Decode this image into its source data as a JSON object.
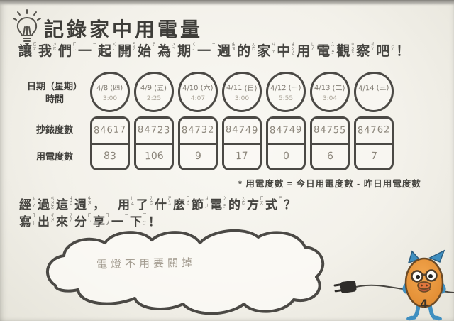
{
  "header": {
    "title": "記錄家中用電量",
    "subtitle": [
      {
        "c": "讓",
        "z": "ㄖㄤˋ"
      },
      {
        "c": "我",
        "z": "ㄨㄛˇ"
      },
      {
        "c": "們",
        "z": "ㄇㄣ˙"
      },
      {
        "c": "一",
        "z": "ㄧ"
      },
      {
        "c": "起",
        "z": "ㄑㄧˇ"
      },
      {
        "c": "開",
        "z": "ㄎㄞ"
      },
      {
        "c": "始",
        "z": "ㄕˇ"
      },
      {
        "c": "為",
        "z": "ㄨㄟˊ"
      },
      {
        "c": "期",
        "z": "ㄑㄧˊ"
      },
      {
        "c": "一",
        "z": "ㄧ"
      },
      {
        "c": "週",
        "z": "ㄓㄡ"
      },
      {
        "c": "的",
        "z": "ㄉㄜ˙"
      },
      {
        "c": "家",
        "z": "ㄐㄧㄚ"
      },
      {
        "c": "中",
        "z": "ㄓㄨㄥ"
      },
      {
        "c": "用",
        "z": "ㄩㄥˋ"
      },
      {
        "c": "電",
        "z": "ㄉㄧㄢˋ"
      },
      {
        "c": "觀",
        "z": "ㄍㄨㄢ"
      },
      {
        "c": "察",
        "z": "ㄔㄚˊ"
      },
      {
        "c": "吧",
        "z": "ㄅㄚ˙"
      },
      {
        "c": "！",
        "z": ""
      }
    ]
  },
  "table": {
    "row_labels": {
      "date_line1": "日期（星期）",
      "date_line2": "時間",
      "meter": "抄錶度數",
      "usage": "用電度數"
    },
    "columns": [
      {
        "date": "4/8 (四)",
        "time": "3:00",
        "meter": "84617",
        "usage": "83"
      },
      {
        "date": "4/9 (五)",
        "time": "2:25",
        "meter": "84723",
        "usage": "106"
      },
      {
        "date": "4/10 (六)",
        "time": "4:07",
        "meter": "84732",
        "usage": "9"
      },
      {
        "date": "4/11 (日)",
        "time": "3:00",
        "meter": "84749",
        "usage": "17"
      },
      {
        "date": "4/12 (一)",
        "time": "5:55",
        "meter": "84749",
        "usage": "0"
      },
      {
        "date": "4/13 (二)",
        "time": "3:04",
        "meter": "84755",
        "usage": "6"
      },
      {
        "date": "4/14 (三)",
        "time": "",
        "meter": "84762",
        "usage": "7"
      }
    ],
    "footnote": "* 用電度數 = 今日用電度數 - 昨日用電度數"
  },
  "question": {
    "line1": [
      {
        "c": "經",
        "z": "ㄐㄧㄥ"
      },
      {
        "c": "過",
        "z": "ㄍㄨㄛˋ"
      },
      {
        "c": "這",
        "z": "ㄓㄜˋ"
      },
      {
        "c": "週",
        "z": "ㄓㄡ"
      },
      {
        "c": "，",
        "z": "",
        "gap": 18
      },
      {
        "c": "用",
        "z": "ㄩㄥˋ"
      },
      {
        "c": "了",
        "z": "ㄌㄜ˙"
      },
      {
        "c": "什",
        "z": "ㄕㄣˊ"
      },
      {
        "c": "麼",
        "z": "ㄇㄜ˙"
      },
      {
        "c": "節",
        "z": "ㄐㄧㄝˊ"
      },
      {
        "c": "電",
        "z": "ㄉㄧㄢˋ"
      },
      {
        "c": "的",
        "z": "ㄉㄜ˙"
      },
      {
        "c": "方",
        "z": "ㄈㄤ"
      },
      {
        "c": "式",
        "z": "ㄕˋ"
      },
      {
        "c": "？",
        "z": ""
      }
    ],
    "line2": [
      {
        "c": "寫",
        "z": "ㄒㄧㄝˇ"
      },
      {
        "c": "出",
        "z": "ㄔㄨ"
      },
      {
        "c": "來",
        "z": "ㄌㄞˊ"
      },
      {
        "c": "分",
        "z": "ㄈㄣ"
      },
      {
        "c": "享",
        "z": "ㄒㄧㄤˇ"
      },
      {
        "c": "一",
        "z": "ㄧ"
      },
      {
        "c": "下",
        "z": "ㄒㄧㄚˋ"
      },
      {
        "c": "！",
        "z": ""
      }
    ]
  },
  "cloud": {
    "answer": "電燈不用要關掉"
  },
  "mascot": {
    "number": "4"
  },
  "colors": {
    "paper": "#f3f1ea",
    "ink": "#45443f",
    "table_stroke": "#4b4945",
    "pencil": "#8b857a",
    "pencil_light": "#a49d91",
    "mascot_orange": "#e8953c",
    "mascot_blue": "#3f8fc0",
    "plug_black": "#2e2c29"
  }
}
